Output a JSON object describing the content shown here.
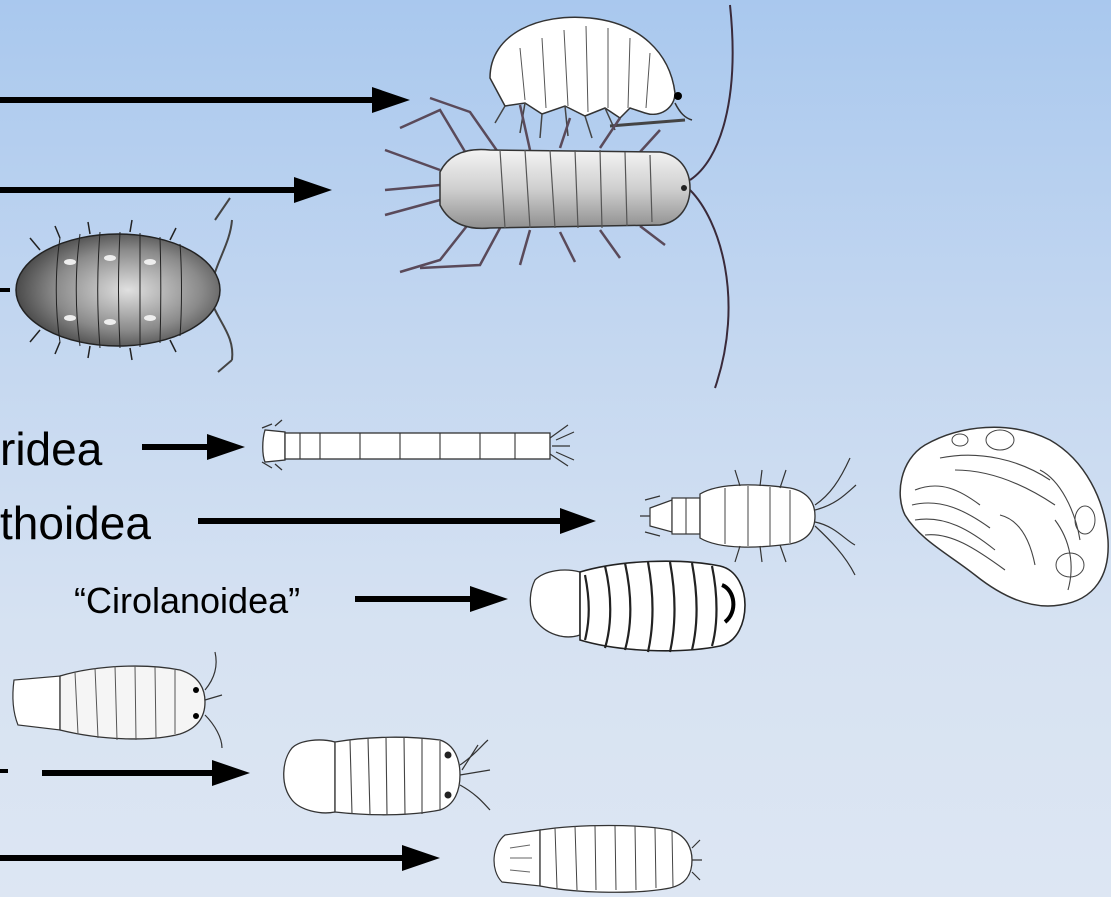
{
  "labels": {
    "phreatoicidea": "ridea",
    "anthuroidea": "thoidea",
    "cirolanoidea": "“Cirolanoidea”"
  },
  "icons": [
    "amphipod-icon",
    "asellote-isopod-icon",
    "oniscid-isopod-icon",
    "phreatoicid-isopod-icon",
    "anthurid-isopod-icon",
    "bopyrid-isopod-icon",
    "cirolanid-isopod-icon",
    "sphaeromatid-isopod-icon",
    "idoteid-isopod-icon",
    "gnathiid-isopod-icon"
  ],
  "colors": {
    "background_top": "#a9c8ee",
    "background_bottom": "#dde6f3",
    "arrow": "#000000"
  }
}
